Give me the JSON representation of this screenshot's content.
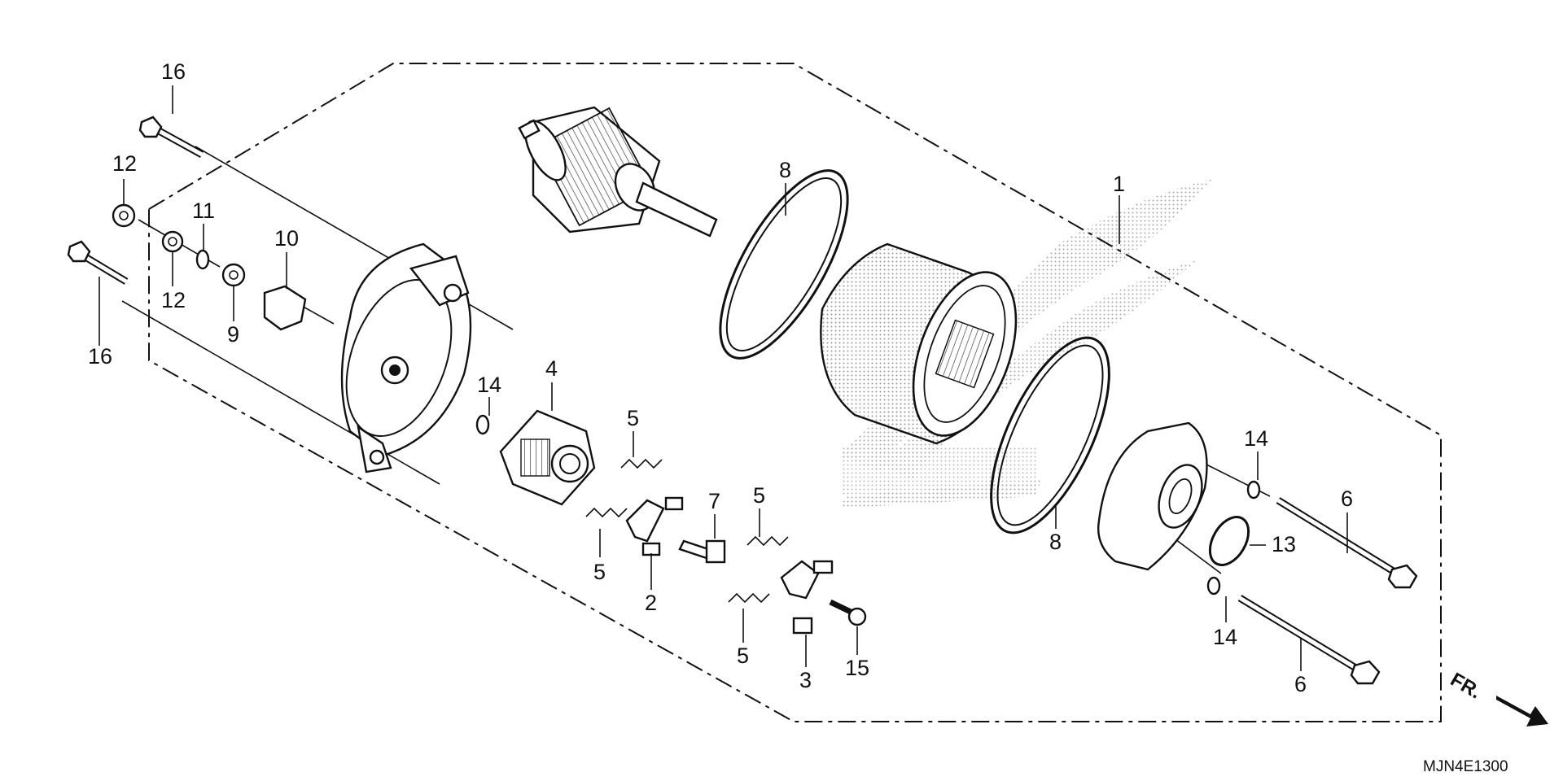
{
  "diagram": {
    "drawing_code": "MJN4E1300",
    "direction_label": "FR.",
    "callouts": [
      {
        "id": "c16a",
        "label": "16"
      },
      {
        "id": "c16b",
        "label": "16"
      },
      {
        "id": "c12a",
        "label": "12"
      },
      {
        "id": "c12b",
        "label": "12"
      },
      {
        "id": "c11",
        "label": "11"
      },
      {
        "id": "c10",
        "label": "10"
      },
      {
        "id": "c9",
        "label": "9"
      },
      {
        "id": "c14a",
        "label": "14"
      },
      {
        "id": "c4",
        "label": "4"
      },
      {
        "id": "c5a",
        "label": "5"
      },
      {
        "id": "c5b",
        "label": "5"
      },
      {
        "id": "c5c",
        "label": "5"
      },
      {
        "id": "c5d",
        "label": "5"
      },
      {
        "id": "c2",
        "label": "2"
      },
      {
        "id": "c7",
        "label": "7"
      },
      {
        "id": "c3",
        "label": "3"
      },
      {
        "id": "c15",
        "label": "15"
      },
      {
        "id": "c8a",
        "label": "8"
      },
      {
        "id": "c8b",
        "label": "8"
      },
      {
        "id": "c1",
        "label": "1"
      },
      {
        "id": "c14b",
        "label": "14"
      },
      {
        "id": "c14c",
        "label": "14"
      },
      {
        "id": "c13",
        "label": "13"
      },
      {
        "id": "c6a",
        "label": "6"
      },
      {
        "id": "c6b",
        "label": "6"
      }
    ]
  }
}
